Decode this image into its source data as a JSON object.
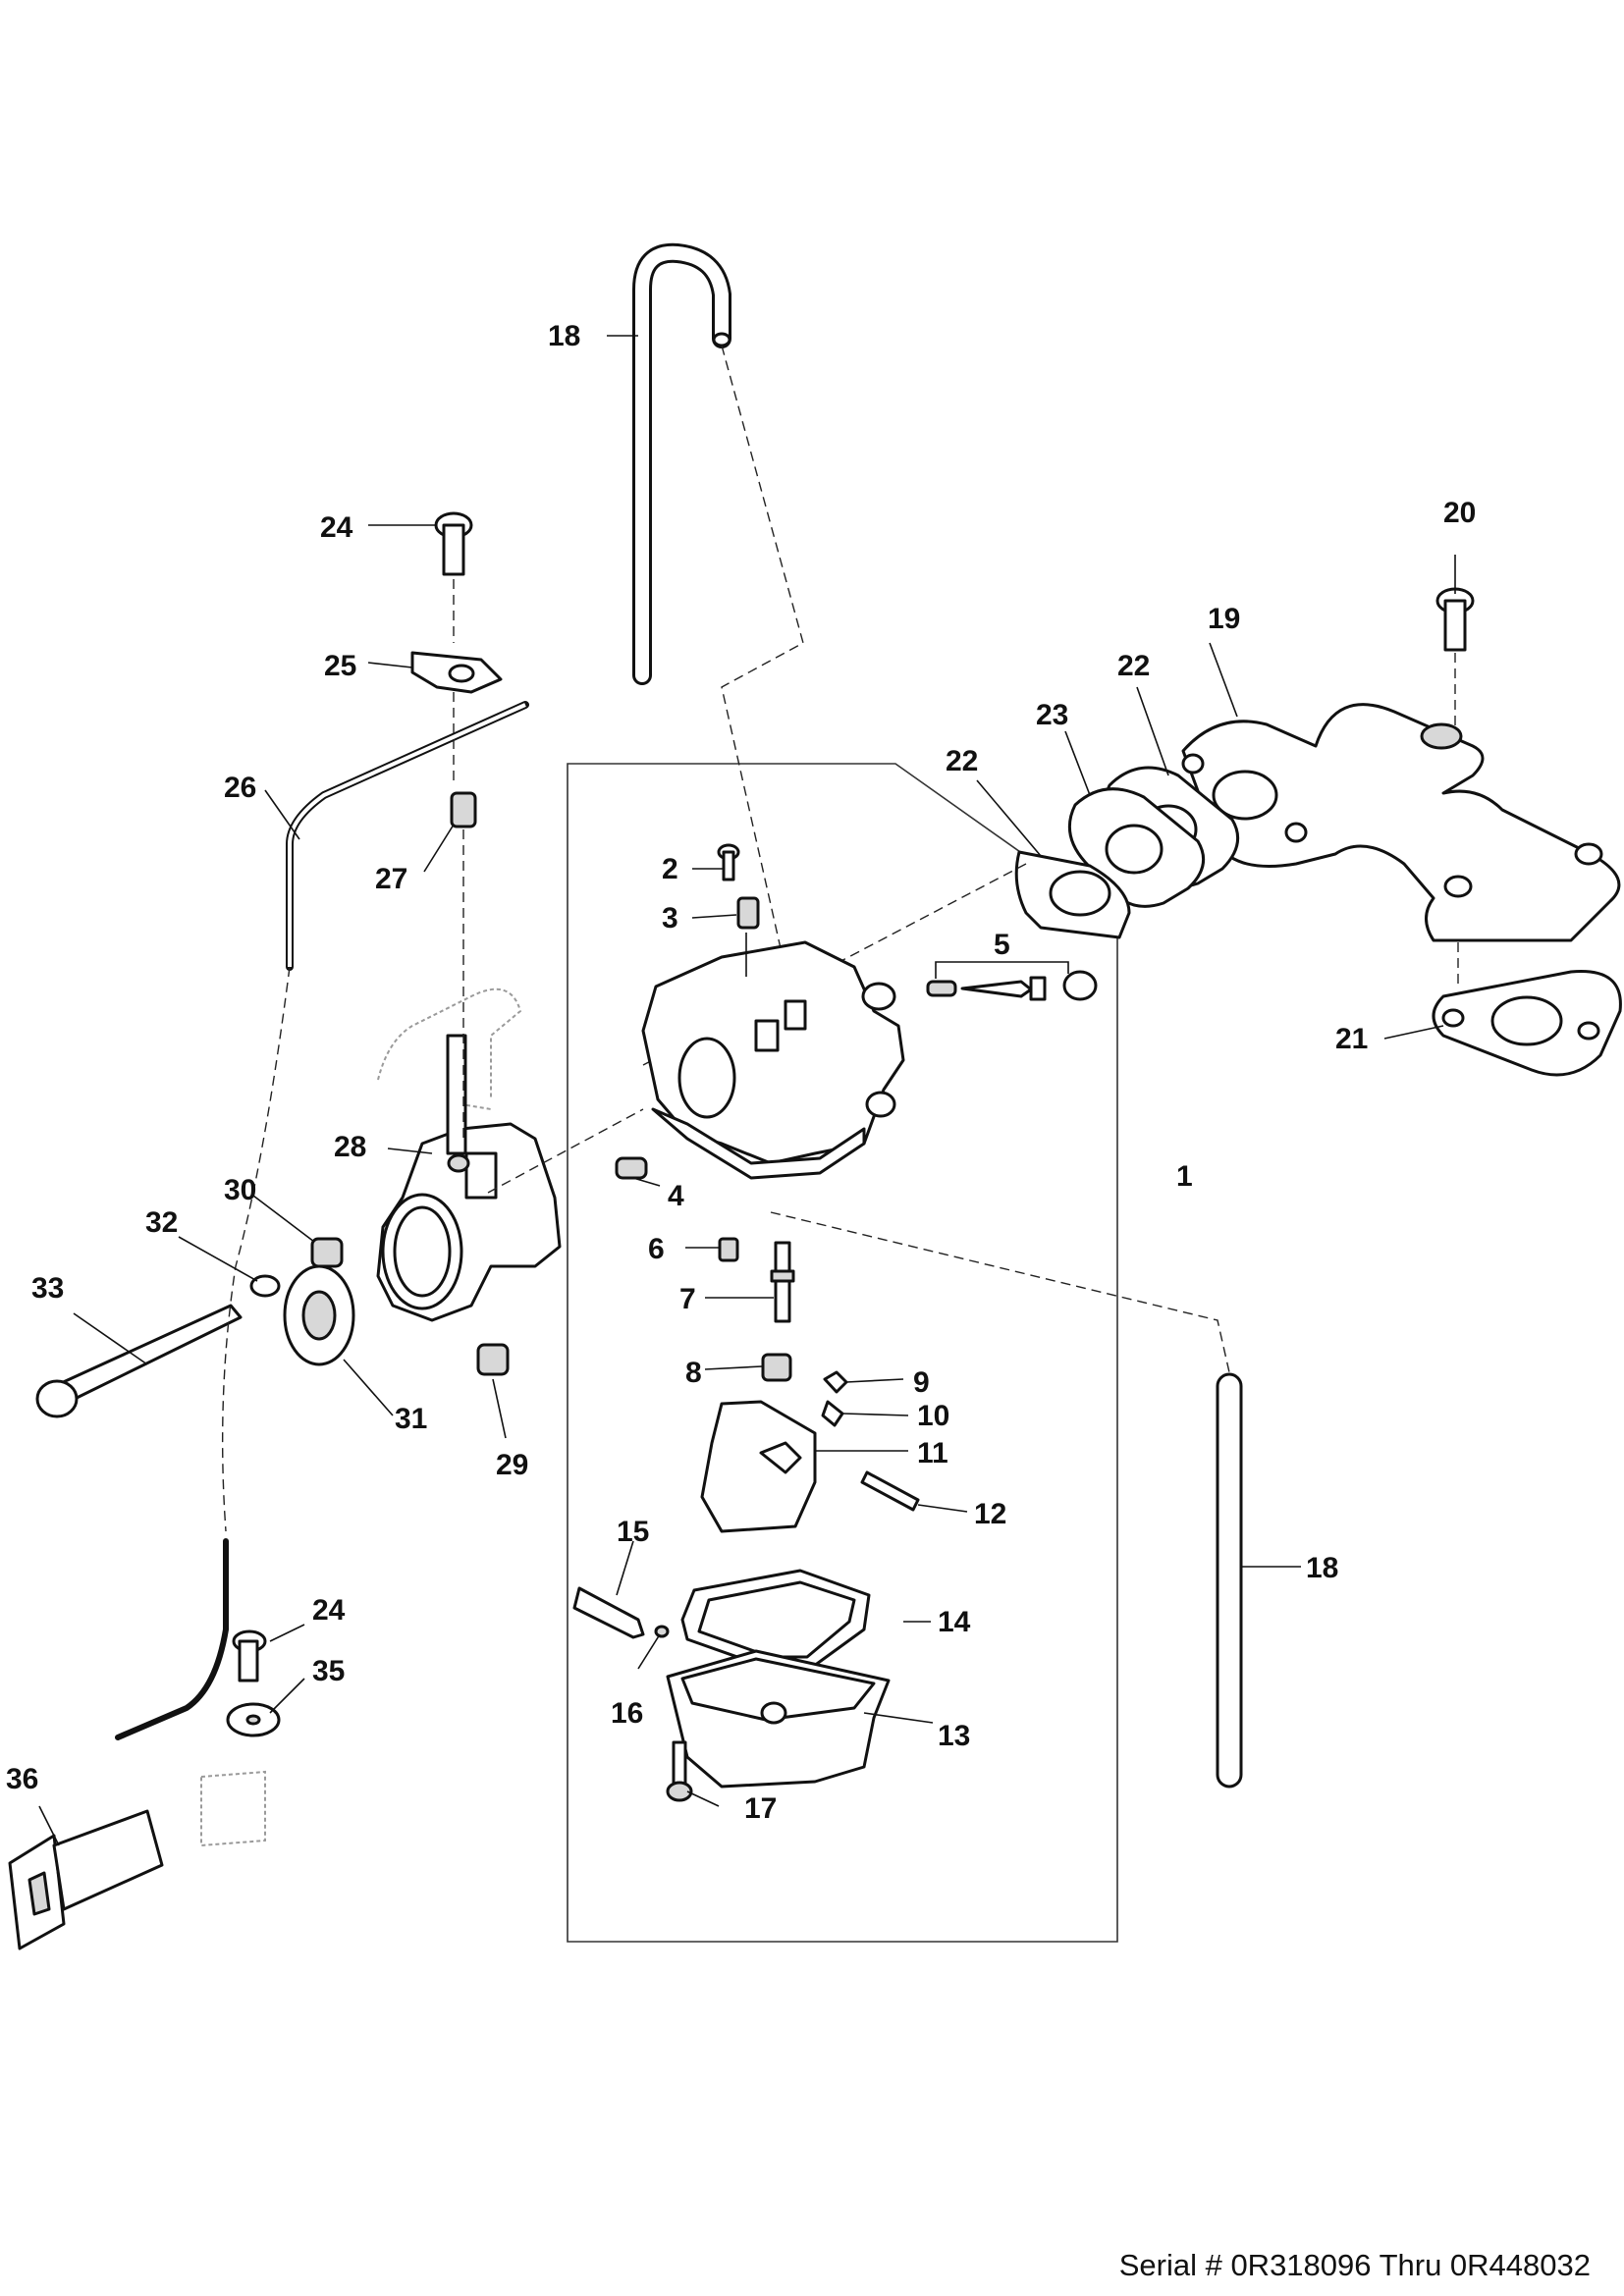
{
  "footer": {
    "serial": "Serial # 0R318096 Thru 0R448032"
  },
  "callouts": {
    "c1": "1",
    "c2": "2",
    "c3": "3",
    "c4": "4",
    "c5": "5",
    "c6": "6",
    "c7": "7",
    "c8": "8",
    "c9": "9",
    "c10": "10",
    "c11": "11",
    "c12": "12",
    "c13": "13",
    "c14": "14",
    "c15": "15",
    "c16": "16",
    "c17": "17",
    "c18a": "18",
    "c18b": "18",
    "c19": "19",
    "c20": "20",
    "c21": "21",
    "c22a": "22",
    "c22b": "22",
    "c23": "23",
    "c24a": "24",
    "c24b": "24",
    "c25": "25",
    "c26": "26",
    "c27": "27",
    "c28": "28",
    "c29": "29",
    "c30": "30",
    "c31": "31",
    "c32": "32",
    "c33": "33",
    "c35": "35",
    "c36": "36"
  }
}
